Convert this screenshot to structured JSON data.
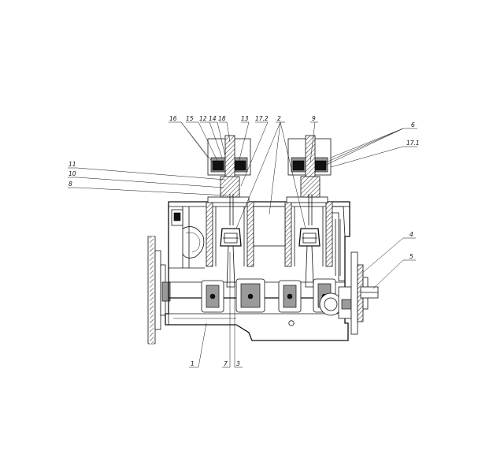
{
  "callouts": [
    {
      "id": "c16",
      "label": "16"
    },
    {
      "id": "c15",
      "label": "15"
    },
    {
      "id": "c12",
      "label": "12"
    },
    {
      "id": "c14",
      "label": "14"
    },
    {
      "id": "c18",
      "label": "18"
    },
    {
      "id": "c13",
      "label": "13"
    },
    {
      "id": "c17_2",
      "label": "17.2"
    },
    {
      "id": "c2",
      "label": "2"
    },
    {
      "id": "c9",
      "label": "9"
    },
    {
      "id": "c6",
      "label": "6"
    },
    {
      "id": "c17_1",
      "label": "17.1"
    },
    {
      "id": "c11",
      "label": "11"
    },
    {
      "id": "c10",
      "label": "10"
    },
    {
      "id": "c8",
      "label": "8"
    },
    {
      "id": "c4",
      "label": "4"
    },
    {
      "id": "c5",
      "label": "5"
    },
    {
      "id": "c1",
      "label": "1"
    },
    {
      "id": "c7",
      "label": "7"
    },
    {
      "id": "c3",
      "label": "3"
    }
  ]
}
